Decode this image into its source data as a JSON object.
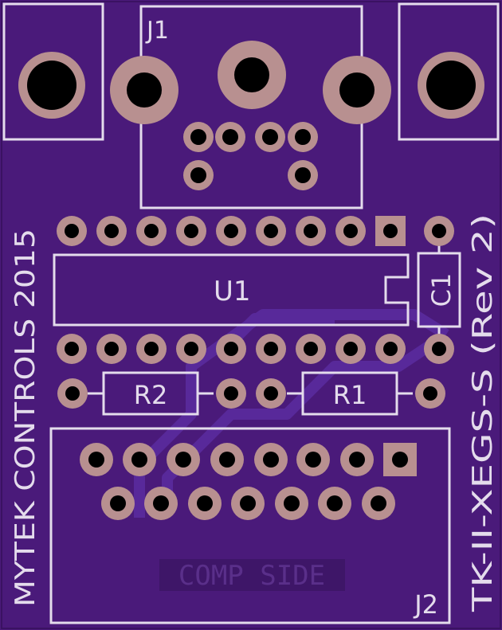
{
  "board": {
    "colors": {
      "substrate": "#4a1a7a",
      "copper_trace": "#58299a",
      "silkscreen": "#e4dcec",
      "pad": "#b89090",
      "hole": "#000000",
      "comp_side_bg": "#3e1668",
      "comp_side_text": "#5a2f8a"
    }
  },
  "labels": {
    "j1": "J1",
    "j2": "J2",
    "u1": "U1",
    "c1": "C1",
    "r1": "R1",
    "r2": "R2",
    "left_vertical": "MYTEK CONTROLS 2015",
    "right_vertical": "TK-II-XEGS-S (Rev 2)",
    "comp_side": "COMP SIDE"
  }
}
